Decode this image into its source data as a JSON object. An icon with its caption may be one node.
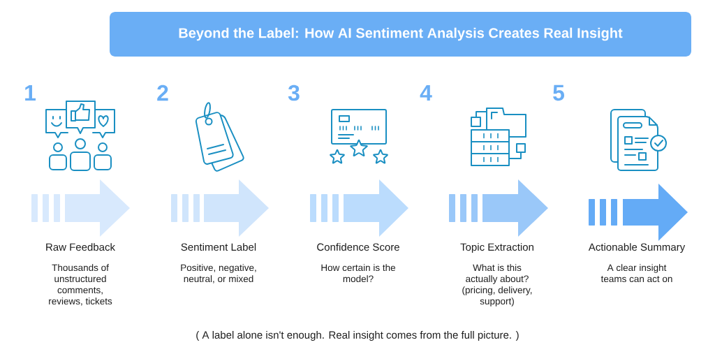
{
  "diagram": {
    "title": "Beyond the Label: How AI Sentiment Analysis Creates Real Insight",
    "labels": [
      "1",
      "Raw Feedback",
      "Thousands of unstructured comments, reviews, tickets",
      "2",
      "Sentiment Label",
      "Positive, negative, neutral, or mixed",
      "3",
      "Confidence Score",
      "How certain is the model?",
      "4",
      "Topic Extraction",
      "What is this actually about? (pricing, delivery, support)",
      "5",
      "Actionable Summary",
      "A clear insight teams can act on"
    ],
    "caption": "( A label alone isn't enough. Real insight comes from the full picture. )"
  }
}
